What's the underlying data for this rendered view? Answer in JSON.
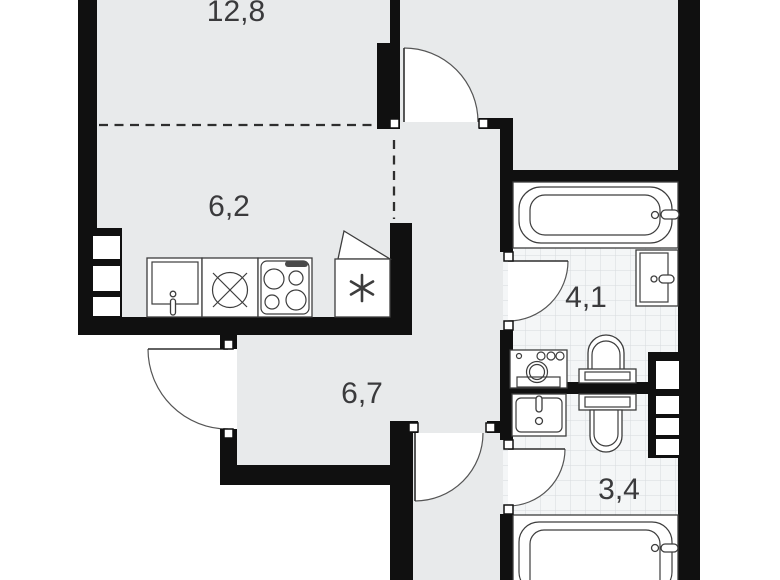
{
  "plan": {
    "title": "apartment-floor-plan",
    "rooms": [
      {
        "name": "living-room",
        "area_label": "12,8"
      },
      {
        "name": "kitchen",
        "area_label": "6,2"
      },
      {
        "name": "hallway",
        "area_label": "6,7"
      },
      {
        "name": "bathroom-1",
        "area_label": "4,1"
      },
      {
        "name": "bathroom-2",
        "area_label": "3,4"
      }
    ],
    "fixtures": [
      "bathtub-icon",
      "bathtub-icon",
      "toilet-icon",
      "toilet-icon",
      "washing-machine-icon",
      "bathroom-sink-icon",
      "vanity-sink-icon",
      "kitchen-counter-sink-icon",
      "kitchen-sink-icon",
      "stove-icon",
      "fridge-icon",
      "vent-shaft-icon",
      "vent-shaft-icon",
      "door-swing-icon"
    ],
    "colors": {
      "background": "#ffffff",
      "wall": "#101010",
      "room_fill": "#e8eaeb",
      "tile_fill": "#f4f6f7",
      "tile_grid": "#d6dadd",
      "label_text": "#3a3a3c"
    }
  }
}
